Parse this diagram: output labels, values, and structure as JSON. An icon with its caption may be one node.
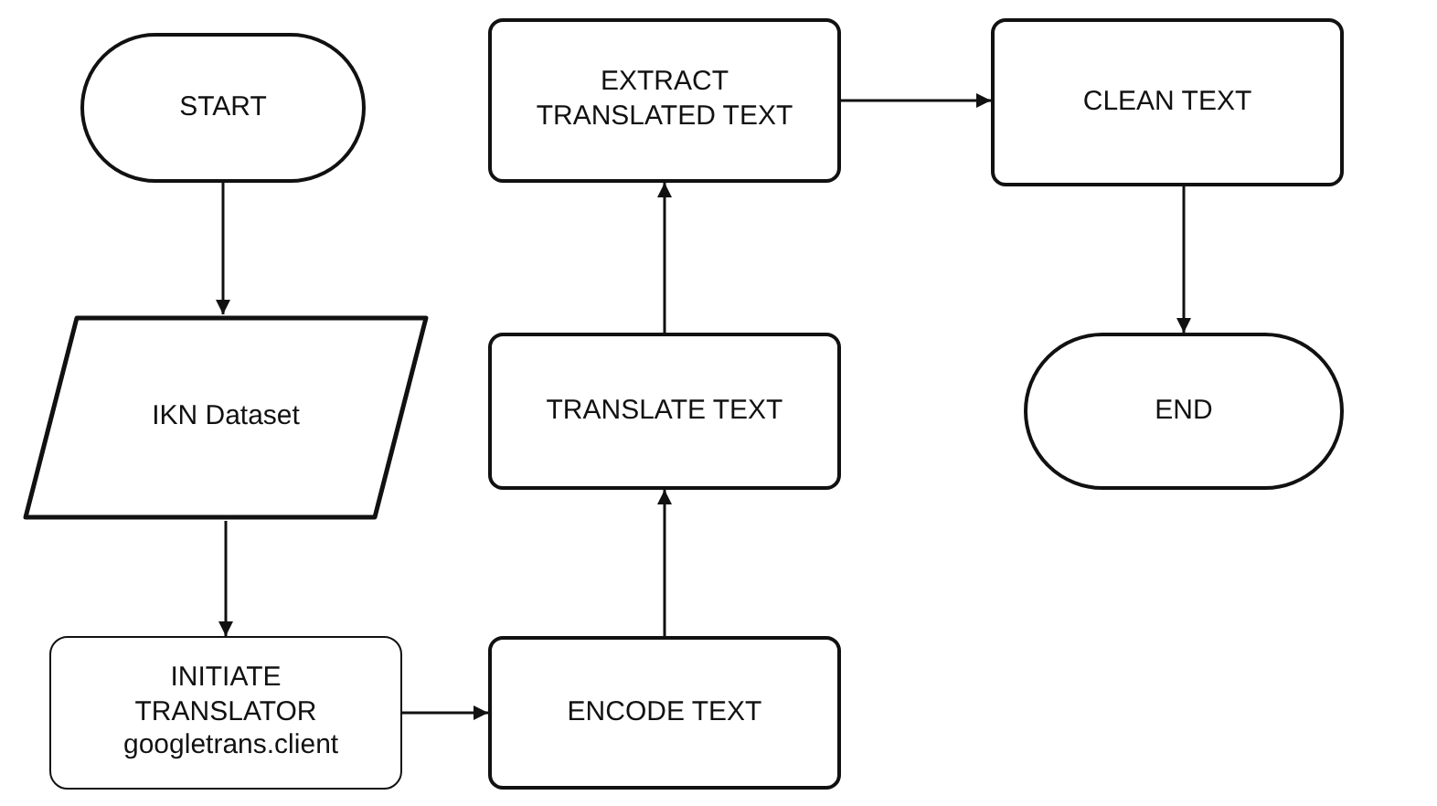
{
  "diagram": {
    "nodes": [
      {
        "text": [
          "START"
        ]
      },
      {
        "text": [
          "IKN Dataset"
        ]
      },
      {
        "text": [
          "INITIATE TRANSLATOR",
          "googletrans.client"
        ]
      },
      {
        "text": [
          "ENCODE TEXT"
        ]
      },
      {
        "text": [
          "TRANSLATE TEXT"
        ]
      },
      {
        "text": [
          "EXTRACT TRANSLATED TEXT"
        ]
      },
      {
        "text": [
          "CLEAN TEXT"
        ]
      },
      {
        "text": [
          "END"
        ]
      }
    ],
    "edges": [
      {
        "from": 0,
        "to": 1,
        "arrow": "to"
      },
      {
        "from": 1,
        "to": 2,
        "arrow": "to"
      },
      {
        "from": 2,
        "to": 3,
        "arrow": "to"
      },
      {
        "from": 3,
        "to": 4,
        "arrow": "to"
      },
      {
        "from": 4,
        "to": 5,
        "arrow": "to"
      },
      {
        "from": 5,
        "to": 6,
        "arrow": "to"
      },
      {
        "from": 6,
        "to": 7,
        "arrow": "to"
      }
    ]
  }
}
